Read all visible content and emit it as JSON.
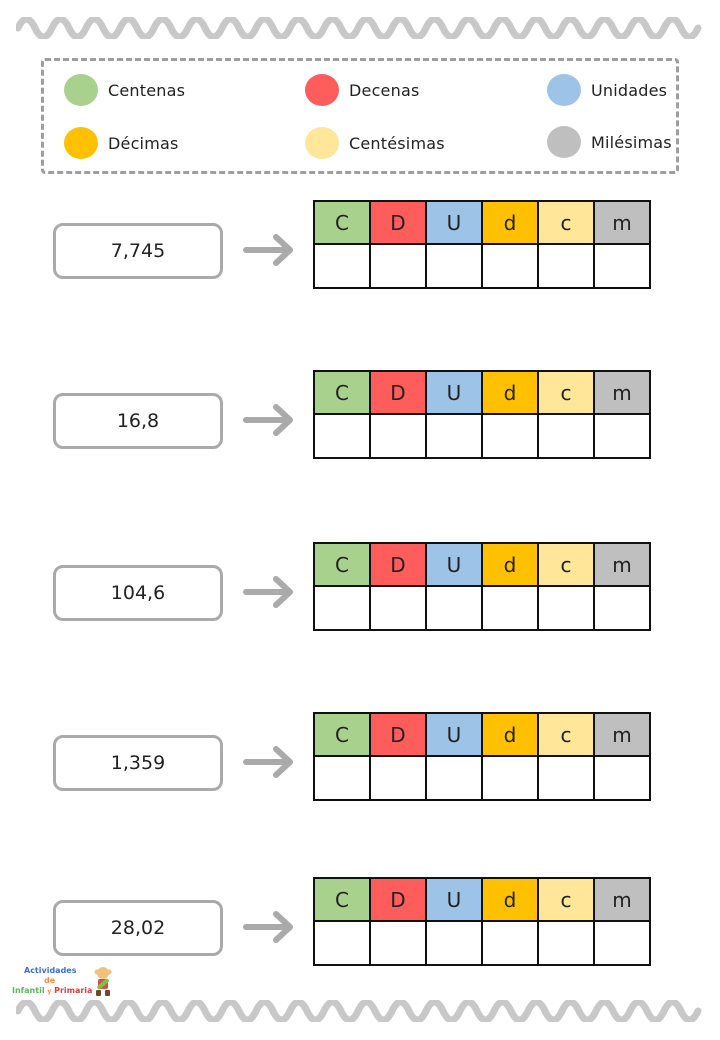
{
  "legend": {
    "items": [
      {
        "label": "Centenas",
        "color": "#a9d18e"
      },
      {
        "label": "Decenas",
        "color": "#ff5c5c"
      },
      {
        "label": "Unidades",
        "color": "#9dc3e6"
      },
      {
        "label": "Décimas",
        "color": "#ffc000"
      },
      {
        "label": "Centésimas",
        "color": "#ffe699"
      },
      {
        "label": "Milésimas",
        "color": "#bfbfbf"
      }
    ]
  },
  "table_headers": [
    {
      "label": "C",
      "color": "#a9d18e"
    },
    {
      "label": "D",
      "color": "#ff5c5c"
    },
    {
      "label": "U",
      "color": "#9dc3e6"
    },
    {
      "label": "d",
      "color": "#ffc000"
    },
    {
      "label": "c",
      "color": "#ffe699"
    },
    {
      "label": "m",
      "color": "#bfbfbf"
    }
  ],
  "exercises": [
    {
      "number": "7,745"
    },
    {
      "number": "16,8"
    },
    {
      "number": "104,6"
    },
    {
      "number": "1,359"
    },
    {
      "number": "28,02"
    }
  ],
  "logo": {
    "line1": "Actividades",
    "line2": "de",
    "line3a": "Infantil",
    "line3b": "y",
    "line3c": "Primaria"
  },
  "colors": {
    "border_gray": "#9e9e9e",
    "arrow_gray": "#aaaaaa",
    "wave_gray": "#c8c8c8"
  }
}
